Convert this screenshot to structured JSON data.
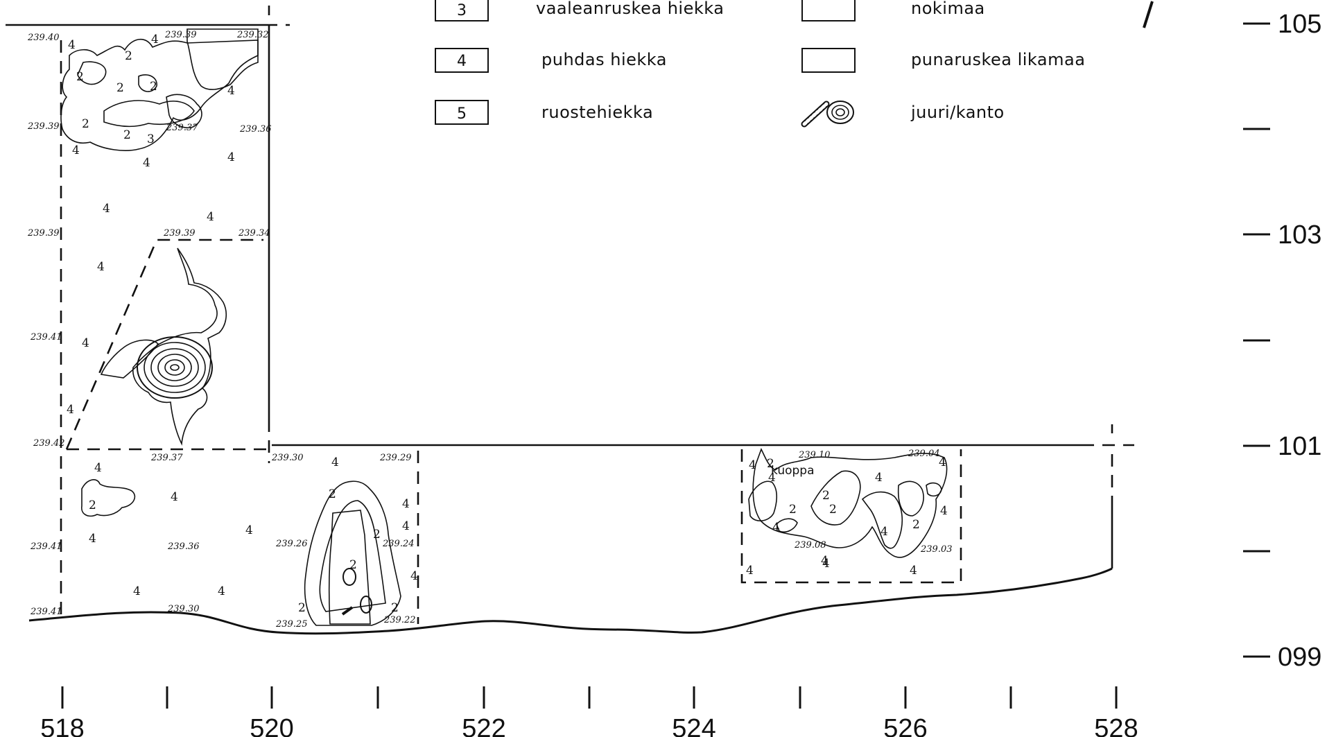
{
  "legend": [
    {
      "code": "3",
      "label": "vaaleanruskea hiekka",
      "pattern": "box"
    },
    {
      "code": "4",
      "label": "puhdas hiekka",
      "pattern": "box"
    },
    {
      "code": "5",
      "label": "ruostehiekka",
      "pattern": "box"
    },
    {
      "code": "",
      "label": "nokimaa",
      "pattern": "stipple"
    },
    {
      "code": "",
      "label": "punaruskea likamaa",
      "pattern": "vertical-hatch"
    },
    {
      "code": "",
      "label": "juuri/kanto",
      "pattern": "root-stump"
    }
  ],
  "x_axis": {
    "ticks": [
      "518",
      "520",
      "522",
      "524",
      "526",
      "528"
    ]
  },
  "y_axis": {
    "ticks": [
      "105",
      "103",
      "101",
      "099"
    ]
  },
  "annotations": {
    "pit": "kuoppa"
  },
  "elevations": [
    "239.40",
    "239.39",
    "239.32",
    "239.39",
    "239.37",
    "239.36",
    "239.39",
    "239.39",
    "239.34",
    "239.41",
    "239.42",
    "239.37",
    "239.30",
    "239.29",
    "239.41",
    "239.36",
    "239.26",
    "239.24",
    "239.41",
    "239.30",
    "239.25",
    "239.22",
    "239.10",
    "239.04",
    "239.08",
    "239.03"
  ],
  "soil_codes": [
    "4",
    "2",
    "4",
    "2",
    "2",
    "2",
    "4",
    "2",
    "2",
    "4",
    "3",
    "4",
    "4",
    "4",
    "4",
    "4",
    "4",
    "4",
    "4",
    "4",
    "4",
    "4",
    "2",
    "4",
    "4",
    "4",
    "4",
    "4",
    "4",
    "2",
    "2",
    "2",
    "2",
    "2",
    "4",
    "4",
    "2",
    "2",
    "4",
    "4",
    "4",
    "2",
    "4",
    "4",
    "2",
    "4",
    "4",
    "4",
    "2",
    "4"
  ],
  "colors": {
    "ink": "#111111",
    "paper": "#ffffff"
  }
}
